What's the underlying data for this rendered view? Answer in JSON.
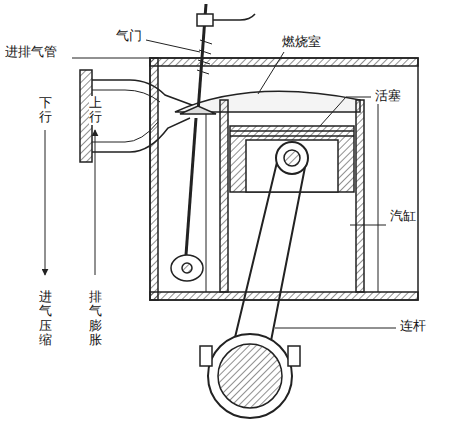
{
  "diagram": {
    "labels": [
      "进排气管",
      "气门",
      "燃烧室",
      "活塞",
      "汽缸",
      "连杆",
      "下行",
      "上行",
      "进气压缩",
      "排气膨胀"
    ]
  }
}
